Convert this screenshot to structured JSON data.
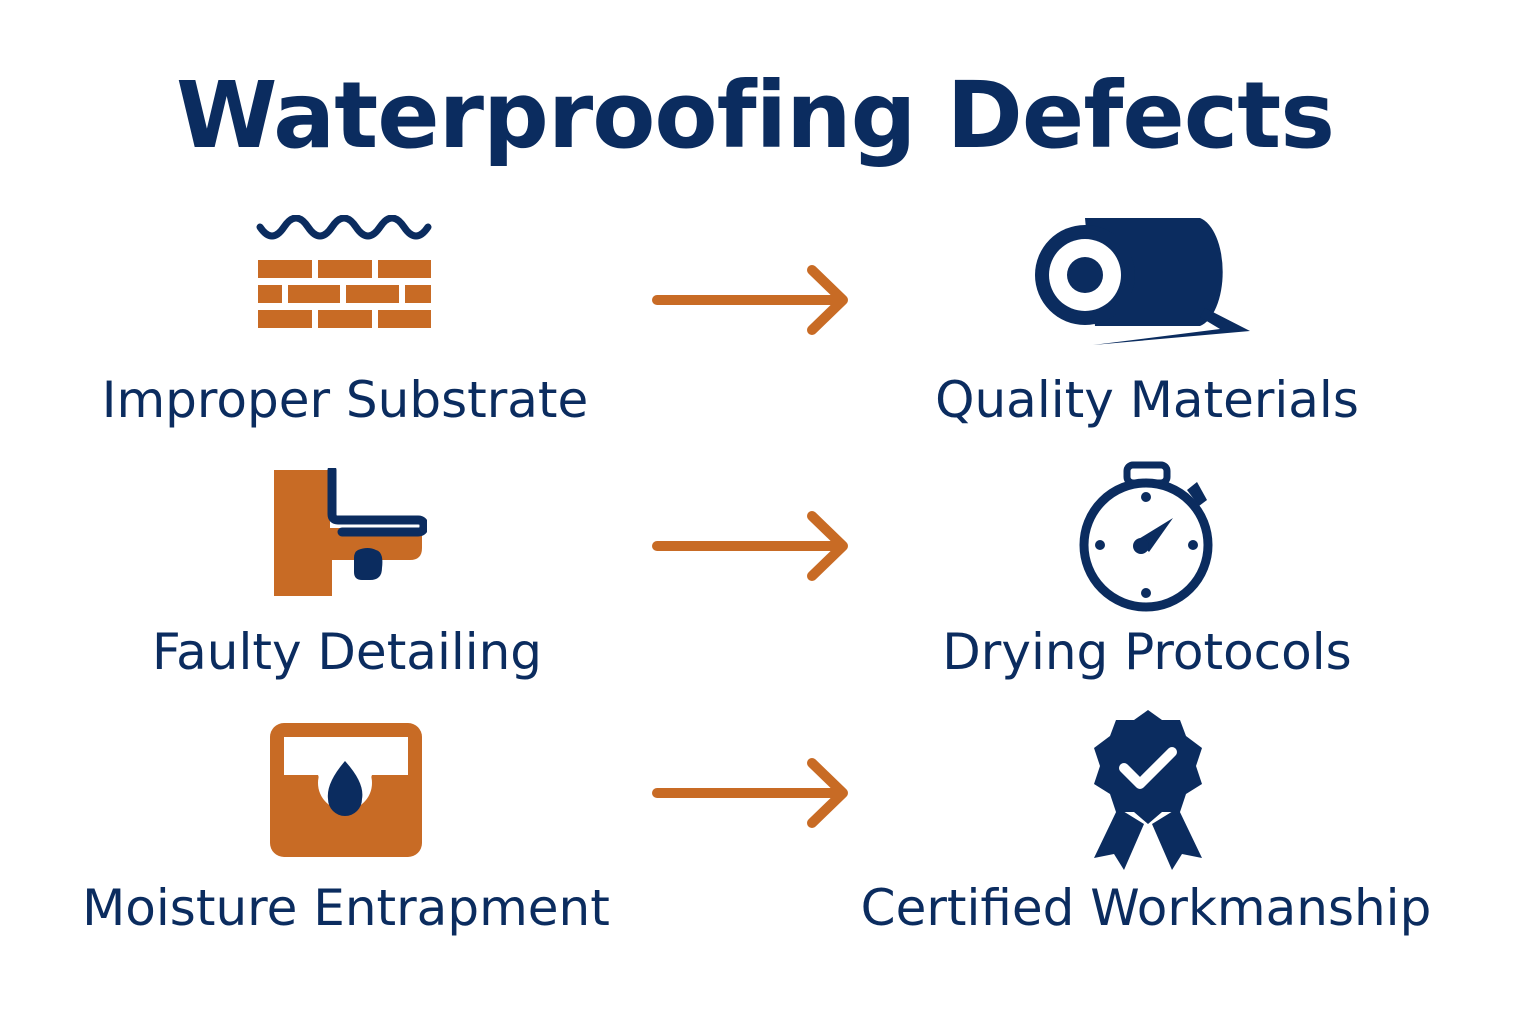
{
  "title": "Waterproofing Defects",
  "colors": {
    "navy": "#0b2c5f",
    "orange": "#c86b25"
  },
  "rows": [
    {
      "defect": {
        "label": "Improper Substrate",
        "icon": "brick-wall-water-icon"
      },
      "solution": {
        "label": "Quality Materials",
        "icon": "membrane-roll-icon"
      }
    },
    {
      "defect": {
        "label": "Faulty Detailing",
        "icon": "wall-joint-leak-icon"
      },
      "solution": {
        "label": "Drying Protocols",
        "icon": "stopwatch-icon"
      }
    },
    {
      "defect": {
        "label": "Moisture Entrapment",
        "icon": "trapped-water-drop-icon"
      },
      "solution": {
        "label": "Certified Workmanship",
        "icon": "certified-badge-icon"
      }
    }
  ]
}
